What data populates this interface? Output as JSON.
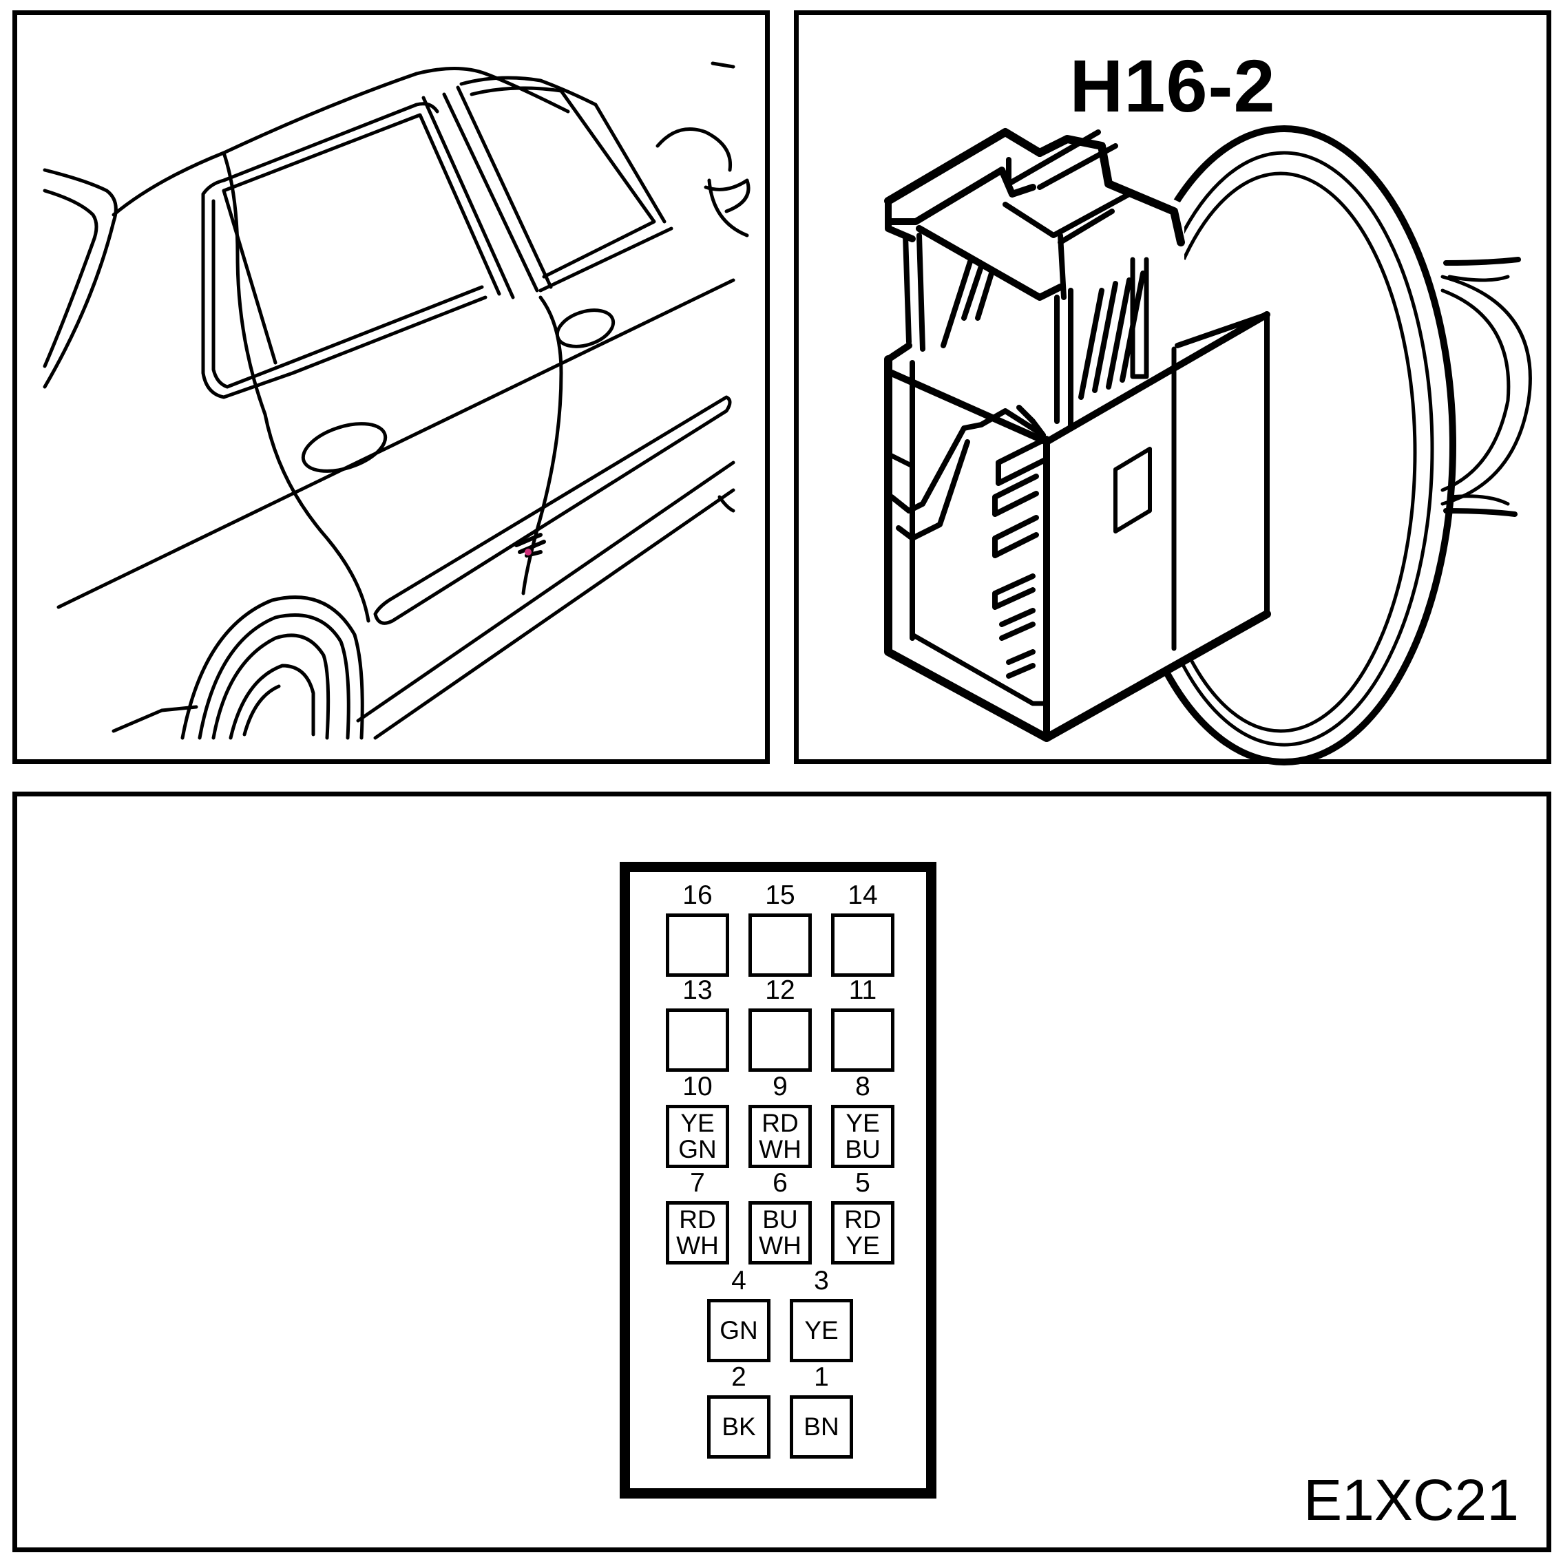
{
  "connector_title": "H16-2",
  "figure_code": "E1XC21",
  "pins": [
    {
      "num": "16",
      "wire1": "",
      "wire2": ""
    },
    {
      "num": "15",
      "wire1": "",
      "wire2": ""
    },
    {
      "num": "14",
      "wire1": "",
      "wire2": ""
    },
    {
      "num": "13",
      "wire1": "",
      "wire2": ""
    },
    {
      "num": "12",
      "wire1": "",
      "wire2": ""
    },
    {
      "num": "11",
      "wire1": "",
      "wire2": ""
    },
    {
      "num": "10",
      "wire1": "YE",
      "wire2": "GN"
    },
    {
      "num": "9",
      "wire1": "RD",
      "wire2": "WH"
    },
    {
      "num": "8",
      "wire1": "YE",
      "wire2": "BU"
    },
    {
      "num": "7",
      "wire1": "RD",
      "wire2": "WH"
    },
    {
      "num": "6",
      "wire1": "BU",
      "wire2": "WH"
    },
    {
      "num": "5",
      "wire1": "RD",
      "wire2": "YE"
    },
    {
      "num": "4",
      "wire1": "GN",
      "wire2": ""
    },
    {
      "num": "3",
      "wire1": "YE",
      "wire2": ""
    },
    {
      "num": "2",
      "wire1": "BK",
      "wire2": ""
    },
    {
      "num": "1",
      "wire1": "BN",
      "wire2": ""
    }
  ]
}
